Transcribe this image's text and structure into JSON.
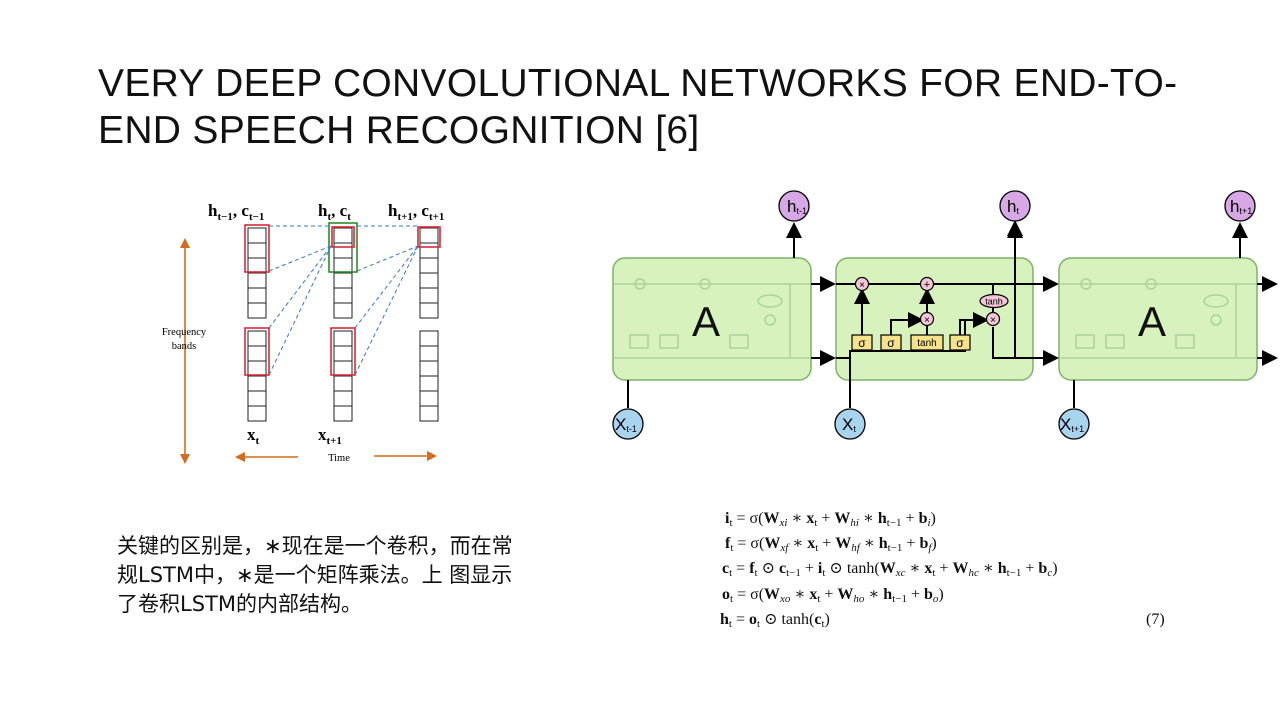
{
  "title": {
    "line1": "VERY DEEP CONVOLUTIONAL NETWORKS FOR END-TO-",
    "line2": "END SPEECH RECOGNITION [6]"
  },
  "caption": {
    "line1": "关键的区别是，∗现在是一个卷积，而在常",
    "line2": "规LSTM中，∗是一个矩阵乘法。上 图显示",
    "line3": "了卷积LSTM的内部结构。"
  },
  "left_diagram": {
    "top_labels": [
      "h_{t-1}, c_{t-1}",
      "h_t, c_t",
      "h_{t+1}, c_{t+1}"
    ],
    "bottom_labels": [
      "x_t",
      "x_{t+1}"
    ],
    "frequency_label_1": "Frequency",
    "frequency_label_2": "bands",
    "time_label": "Time"
  },
  "lstm_diagram": {
    "cell_label": "A",
    "outputs": [
      "h_{t-1}",
      "h_t",
      "h_{t+1}"
    ],
    "inputs": [
      "x_{t-1}",
      "x_t",
      "x_{t+1}"
    ],
    "gates": [
      "σ",
      "σ",
      "tanh",
      "σ"
    ],
    "pointwise_ops": [
      "×",
      "+",
      "×",
      "×",
      "tanh"
    ],
    "colors": {
      "cell_fill": "#d7f2bd",
      "cell_stroke": "#7fb26a",
      "h_node": "#d8a8e6",
      "x_node": "#a9d4f0",
      "gate": "#f5e28a"
    }
  },
  "equations": {
    "eq_i": "i_t = σ(W_xi ∗ x_t + W_hi ∗ h_{t−1} + b_i)",
    "eq_f": "f_t = σ(W_xf ∗ x_t + W_hf ∗ h_{t−1} + b_f)",
    "eq_c": "c_t = f_t ⊙ c_{t−1} + i_t ⊙ tanh(W_xc ∗ x_t + W_hc ∗ h_{t−1} + b_c)",
    "eq_o": "o_t = σ(W_xo ∗ x_t + W_ho ∗ h_{t−1} + b_o)",
    "eq_h": "h_t = o_t ⊙ tanh(c_t)",
    "number": "(7)"
  }
}
